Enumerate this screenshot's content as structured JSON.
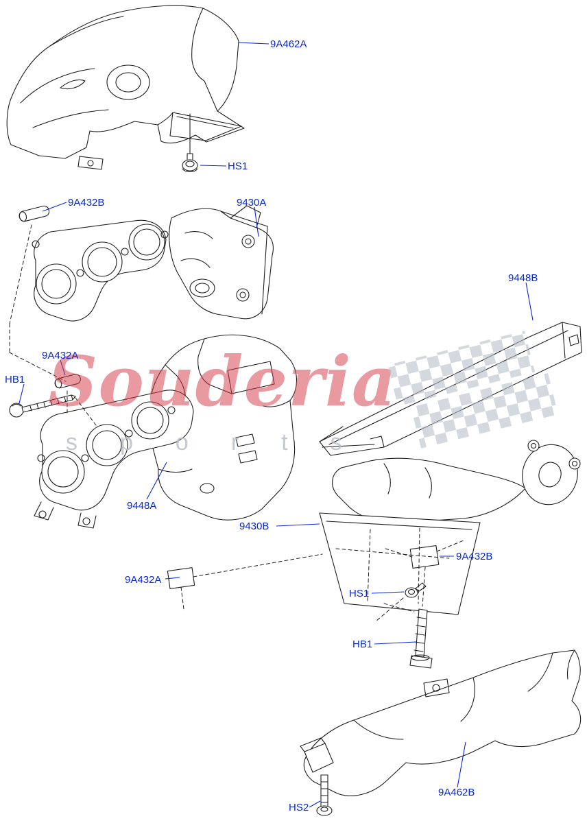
{
  "colors": {
    "label_blue": "#0a28d2",
    "watermark_red": "#d23844",
    "flag_gray": "#b8c0ca",
    "line_black": "#1d1d1f"
  },
  "watermark": {
    "text": "Souderia",
    "subtext": "sports"
  },
  "diagram": {
    "callouts": [
      {
        "text": "9A462A"
      },
      {
        "text": "HS1"
      },
      {
        "text": "9A432B"
      },
      {
        "text": "9430A"
      },
      {
        "text": "9448B"
      },
      {
        "text": "9A432A"
      },
      {
        "text": "HB1"
      },
      {
        "text": "9448A"
      },
      {
        "text": "9430B"
      },
      {
        "text": "9A432B"
      },
      {
        "text": "9A432A"
      },
      {
        "text": "HS1"
      },
      {
        "text": "HB1"
      },
      {
        "text": "HS2"
      },
      {
        "text": "9A462B"
      }
    ]
  }
}
